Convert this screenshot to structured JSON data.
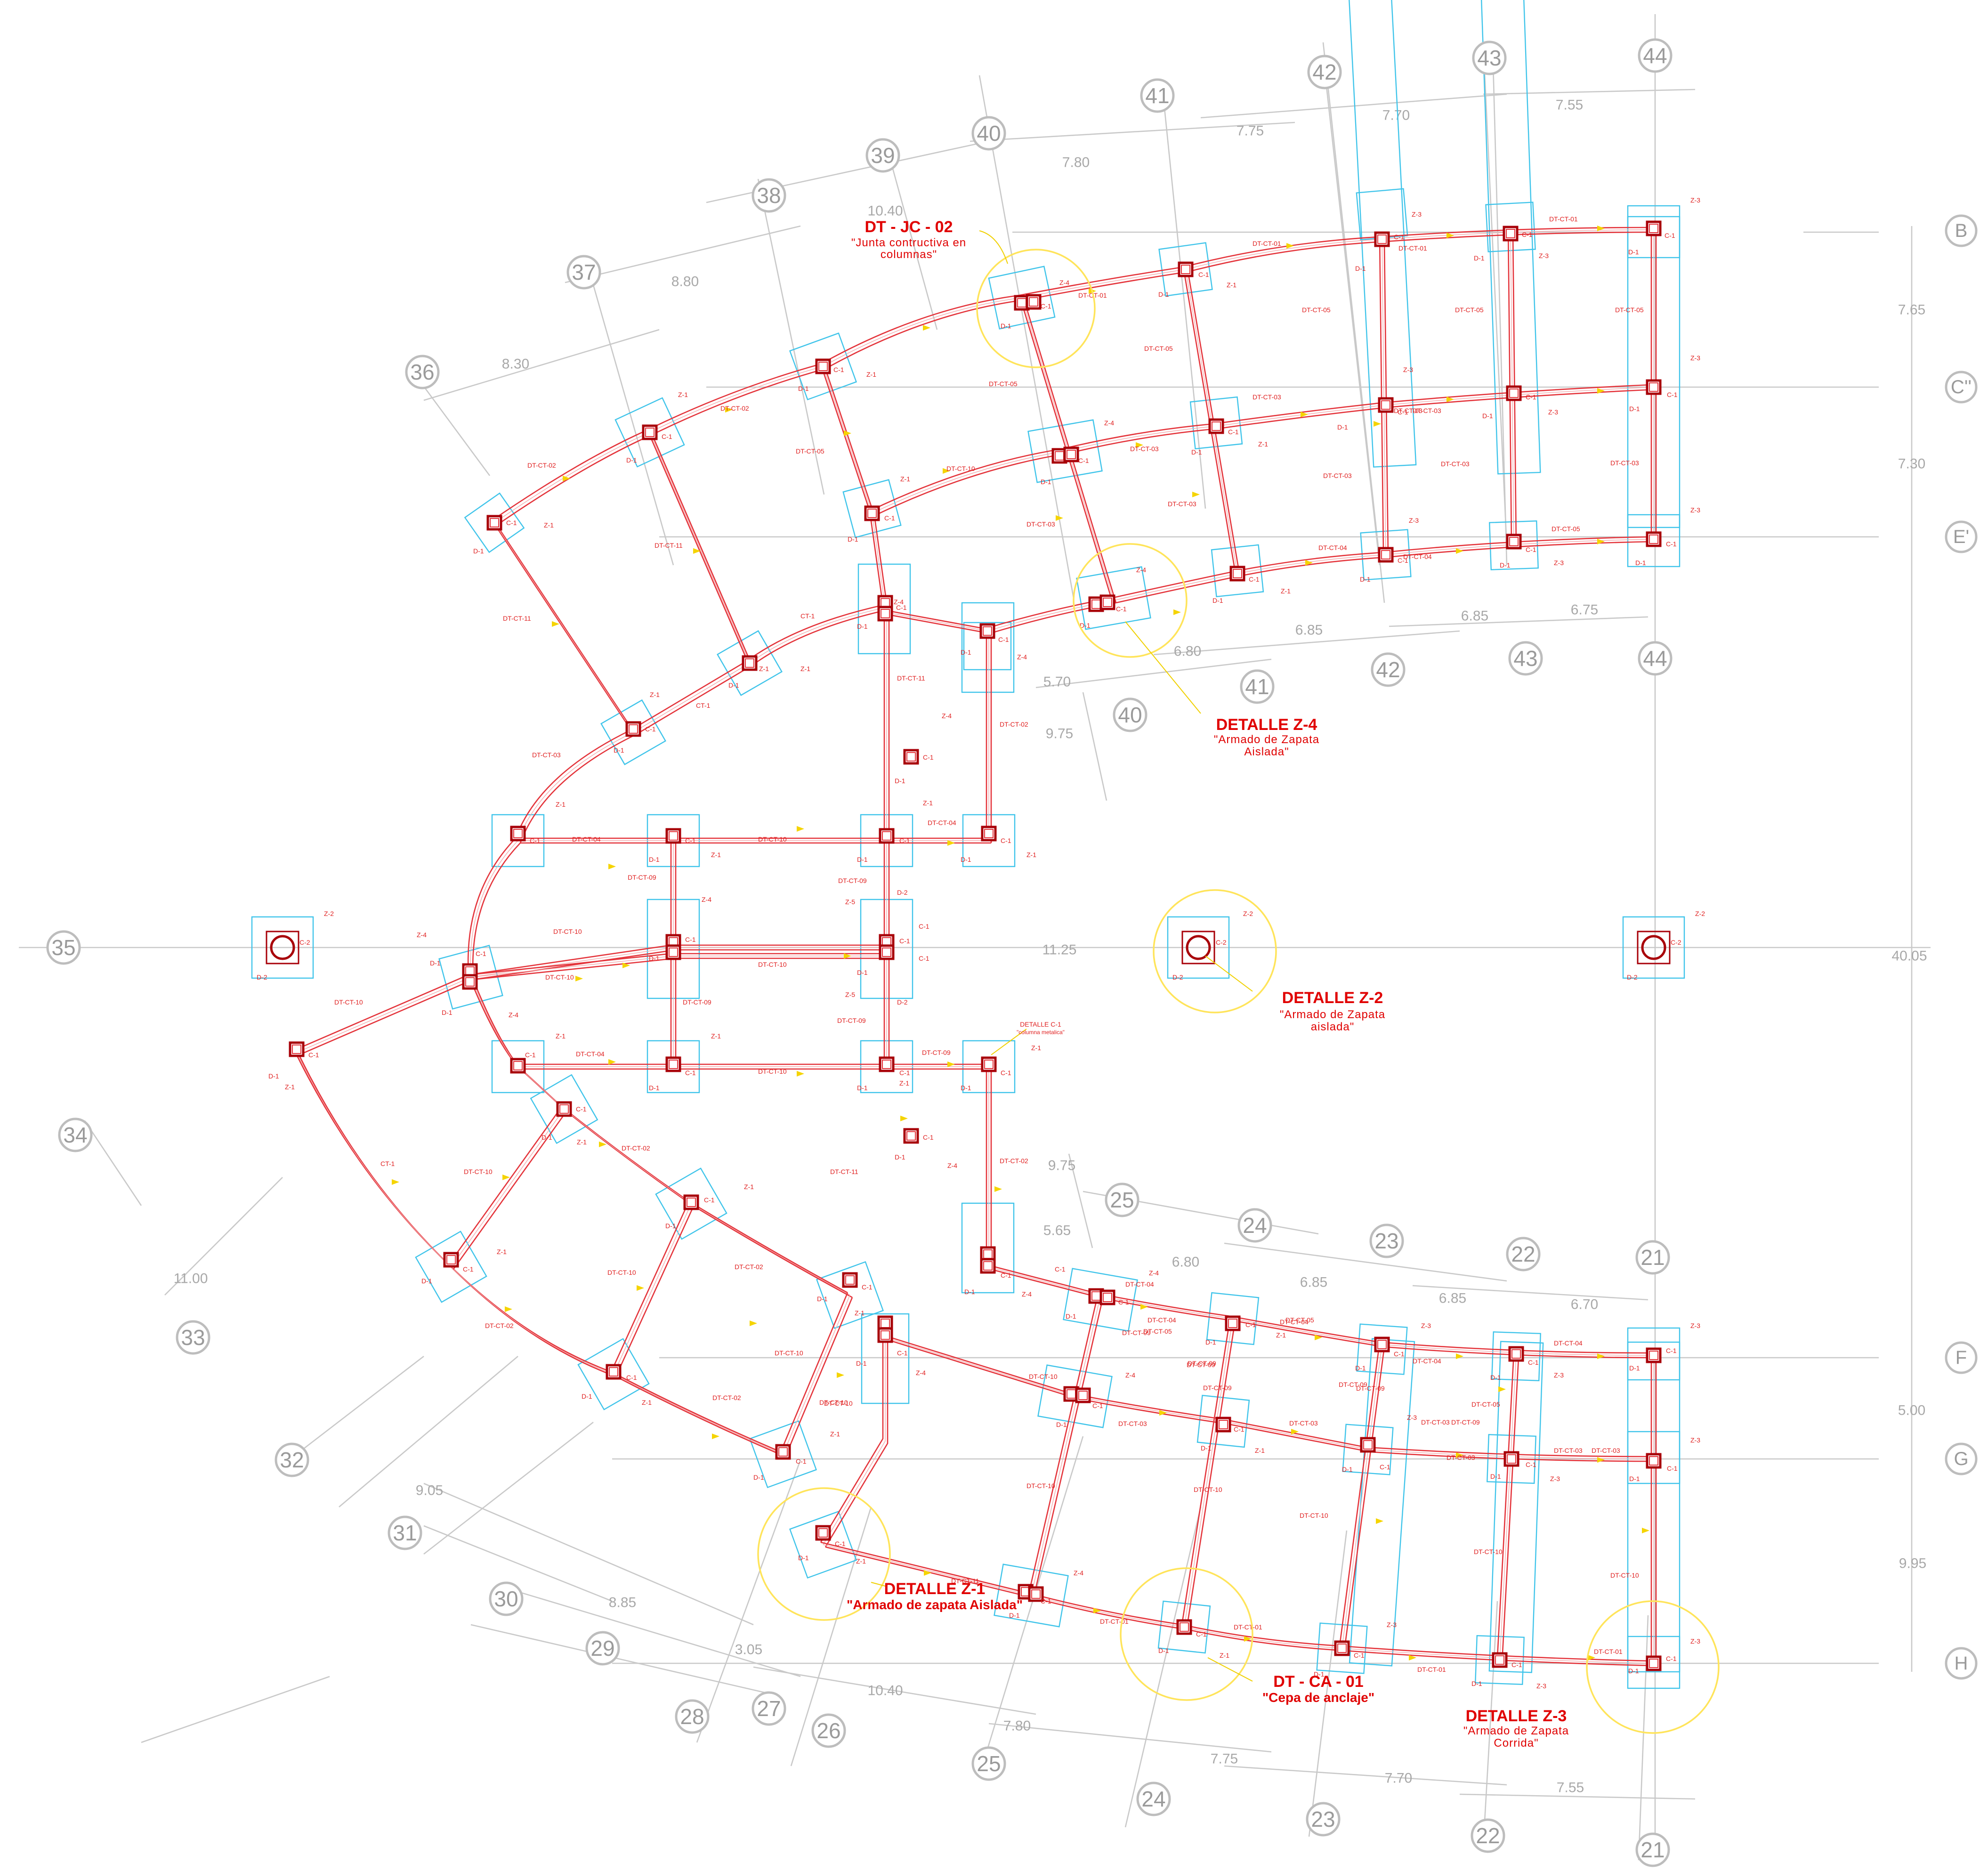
{
  "grid_bubbles": {
    "top": [
      "21",
      "22",
      "23",
      "24",
      "25",
      "26",
      "27",
      "28",
      "29",
      "30",
      "31",
      "32",
      "33",
      "34",
      "35",
      "36",
      "37",
      "38",
      "39",
      "40",
      "41",
      "42",
      "43",
      "44"
    ],
    "row_letters": [
      "B",
      "C''",
      "E'",
      "F",
      "G",
      "H"
    ]
  },
  "dimensions": {
    "top_arc": [
      "10.40",
      "7.80",
      "7.75",
      "7.70",
      "7.55"
    ],
    "upper_left": [
      "8.30",
      "8.80"
    ],
    "right_side": [
      "7.65",
      "7.30",
      "40.05",
      "5.00",
      "9.95"
    ],
    "middle_upper": [
      "6.85",
      "6.85",
      "6.80",
      "6.75",
      "5.70",
      "9.75"
    ],
    "center": [
      "11.25"
    ],
    "middle_lower": [
      "9.75",
      "5.65",
      "6.80",
      "6.85",
      "6.85",
      "6.70"
    ],
    "lower_left": [
      "11.00",
      "9.05",
      "8.85",
      "3.05"
    ],
    "bottom_arc": [
      "10.40",
      "7.80",
      "7.75",
      "7.70",
      "7.55"
    ]
  },
  "tags": {
    "column": "C-1",
    "column_round": "C-2",
    "pedestal": "D-1",
    "pedestal_round": "D-2",
    "footing_isolated": "Z-1",
    "footing_round": "Z-2",
    "footing_strip": "Z-3",
    "footing_double": "Z-4",
    "footing_misc": "Z-5",
    "beams": [
      "DT-CT-01",
      "DT-CT-02",
      "DT-CT-03",
      "DT-CT-04",
      "DT-CT-05",
      "DT-CT-09",
      "DT-CT-10",
      "DT-CT-11",
      "CT-1"
    ]
  },
  "details": {
    "jc02": {
      "title": "DT - JC - 02",
      "line1": "\"Junta contructiva en",
      "line2": "columnas\""
    },
    "z4": {
      "title": "DETALLE Z-4",
      "line1": "\"Armado de Zapata",
      "line2": "Aislada\""
    },
    "z2": {
      "title": "DETALLE Z-2",
      "line1": "\"Armado de Zapata",
      "line2": "aislada\""
    },
    "c1": {
      "title": "DETALLE C-1",
      "line1": "\"columna metalica\""
    },
    "z1": {
      "title": "DETALLE Z-1",
      "line1": "\"Armado de zapata Aislada\""
    },
    "ca01": {
      "title": "DT - CA - 01",
      "line1": "\"Cepa de anclaje\""
    },
    "z3": {
      "title": "DETALLE Z-3",
      "line1": "\"Armado de Zapata",
      "line2": "Corrida\""
    }
  },
  "colors": {
    "beam": "#e4343b",
    "footing": "#3fc4ea",
    "column": "#a80008",
    "callout": "#ffe45a",
    "grid": "#c9c9c9",
    "label": "#e00000"
  }
}
